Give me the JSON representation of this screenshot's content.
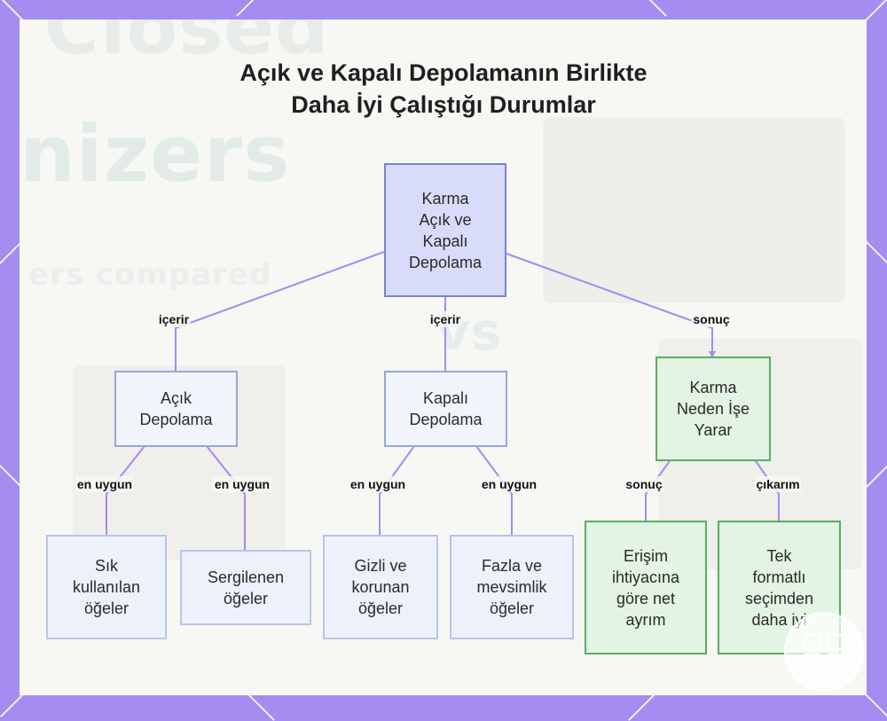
{
  "title": {
    "line1": "Açık ve Kapalı Depolamanın Birlikte",
    "line2": "Daha İyi Çalıştığı Durumlar"
  },
  "background_text": {
    "word1": "Closed",
    "word2": "nizers",
    "word3": "ers compared",
    "word4": "vs"
  },
  "nodes": {
    "root": "Karma\nAçık ve\nKapalı\nDepolama",
    "open": "Açık\nDepolama",
    "closed": "Kapalı\nDepolama",
    "why": "Karma\nNeden İşe\nYarar",
    "frequent": "Sık\nkullanılan\nöğeler",
    "display": "Sergilenen\nöğeler",
    "hidden": "Gizli ve\nkorunan\nöğeler",
    "seasonal": "Fazla ve\nmevsimlik\nöğeler",
    "access": "Erişim\nihtiyacına\ngöre net\nayrım",
    "better": "Tek\nformatlı\nseçimden\ndaha iyi"
  },
  "edge_labels": {
    "root_open": "içerir",
    "root_closed": "içerir",
    "root_why": "sonuç",
    "open_frequent": "en uygun",
    "open_display": "en uygun",
    "closed_hidden": "en uygun",
    "closed_seasonal": "en uygun",
    "why_access": "sonuç",
    "why_better": "çıkarım"
  },
  "colors": {
    "frame": "#a48cf0",
    "edge": "#a48cf0",
    "root_fill": "#d8dcfa",
    "green_fill": "#e3f3e4",
    "green_border": "#59ae5f"
  },
  "icons": {
    "logo": "watermark-logo-icon"
  }
}
